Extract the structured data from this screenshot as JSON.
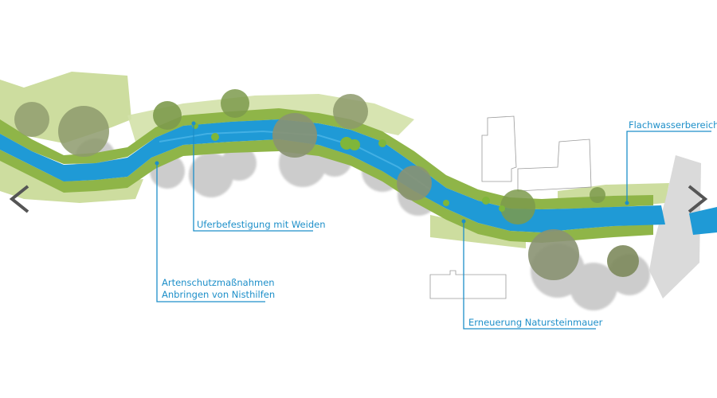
{
  "annotations": [
    {
      "key": "flachwasser",
      "lines": [
        "Flachwasserbereich"
      ]
    },
    {
      "key": "uferbefestigung",
      "lines": [
        "Uferbefestigung mit Weiden"
      ]
    },
    {
      "key": "artenschutz",
      "lines": [
        "Artenschutzmaßnahmen",
        "Anbringen von Nisthilfen"
      ]
    },
    {
      "key": "natursteinmauer",
      "lines": [
        "Erneuerung Natursteinmauer"
      ]
    }
  ],
  "colors": {
    "water": "#1f9ad6",
    "water_dark": "#147fb8",
    "meadow": "#c9d99a",
    "bank_vegetation": "#8fb548",
    "tree": "#9aa57c",
    "tree_shadow": "#8f8f8f",
    "annotation": "#1d8fc9",
    "arrow": "#555555"
  },
  "navigation": {
    "prev_icon": "chevron-left-icon",
    "next_icon": "chevron-right-icon"
  }
}
